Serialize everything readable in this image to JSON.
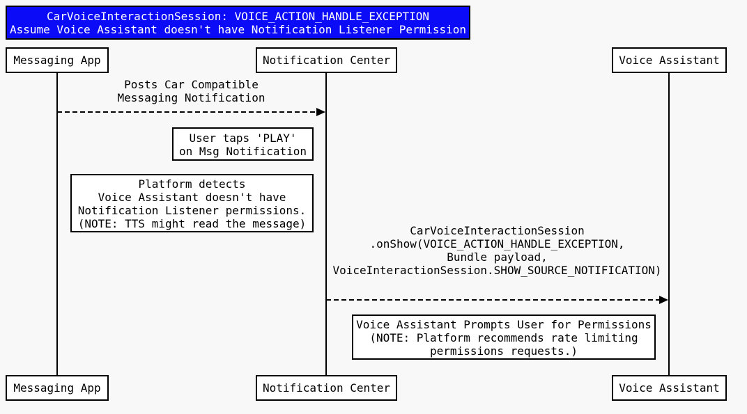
{
  "colors": {
    "page_bg": "#f8f8f8",
    "title_bg": "#0b0bf7",
    "title_fg": "#ffffff",
    "box_bg": "#ffffff",
    "line_ink": "#000000"
  },
  "title": {
    "line1": "CarVoiceInteractionSession: VOICE_ACTION_HANDLE_EXCEPTION",
    "line2": "Assume Voice Assistant doesn't have Notification Listener Permission"
  },
  "participants": [
    {
      "id": "messaging-app",
      "label": "Messaging App"
    },
    {
      "id": "notification-center",
      "label": "Notification Center"
    },
    {
      "id": "voice-assistant",
      "label": "Voice Assistant"
    }
  ],
  "messages": [
    {
      "from": "messaging-app",
      "to": "notification-center",
      "line_style": "dashed-arrow",
      "lines": [
        "Posts Car Compatible",
        "Messaging Notification"
      ]
    },
    {
      "from": "notification-center",
      "to": "voice-assistant",
      "line_style": "dashed-arrow",
      "lines": [
        "CarVoiceInteractionSession",
        ".onShow(VOICE_ACTION_HANDLE_EXCEPTION,",
        "Bundle payload,",
        "VoiceInteractionSession.SHOW_SOURCE_NOTIFICATION)"
      ]
    }
  ],
  "notes": [
    {
      "id": "note-user-taps-play",
      "lines": [
        "User taps 'PLAY'",
        "on Msg Notification"
      ]
    },
    {
      "id": "note-platform-detects",
      "lines": [
        "Platform detects",
        "Voice Assistant doesn't have",
        "Notification Listener permissions.",
        "(NOTE: TTS might read the message)"
      ]
    },
    {
      "id": "note-voice-assistant-prompts",
      "lines": [
        "Voice Assistant Prompts User for Permissions",
        "(NOTE: Platform recommends rate limiting",
        "permissions requests.)"
      ]
    }
  ]
}
